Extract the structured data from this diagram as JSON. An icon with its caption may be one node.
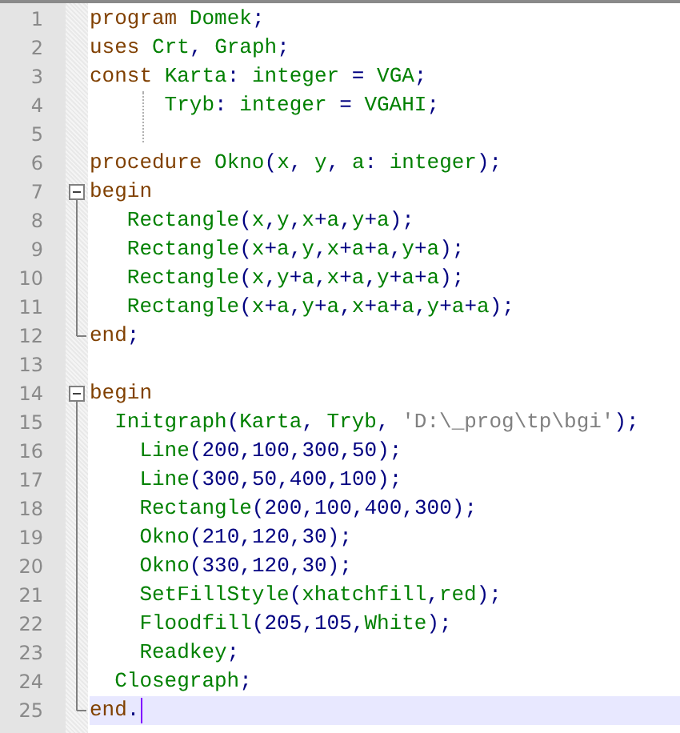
{
  "diagram": {
    "labels": [
      "1",
      "program Domek;",
      "2",
      "uses Crt, Graph;",
      "3",
      "const Karta: integer = VGA;",
      "4",
      "Tryb: integer = VGAHI;",
      "5",
      "6",
      "procedure Okno(x, y, a: integer);",
      "7",
      "begin",
      "8",
      "Rectangle(x,y,x+a,y+a);",
      "9",
      "Rectangle(x+a,y,x+a+a,y+a);",
      "10",
      "Rectangle(x,y+a,x+a,y+a+a);",
      "11",
      "Rectangle(x+a,y+a,x+a+a,y+a+a);",
      "12",
      "end;",
      "13",
      "14",
      "begin",
      "15",
      "Initgraph(Karta, Tryb, 'D:\\_prog\\tp\\bgi');",
      "16",
      "Line(200,100,300,50);",
      "17",
      "Line(300,50,400,100);",
      "18",
      "Rectangle(200,100,400,300);",
      "19",
      "Okno(210,120,30);",
      "20",
      "Okno(330,120,30);",
      "21",
      "SetFillStyle(xhatchfill,red);",
      "22",
      "Floodfill(205,105,White);",
      "23",
      "Readkey;",
      "24",
      "Closegraph;",
      "25",
      "end."
    ]
  }
}
